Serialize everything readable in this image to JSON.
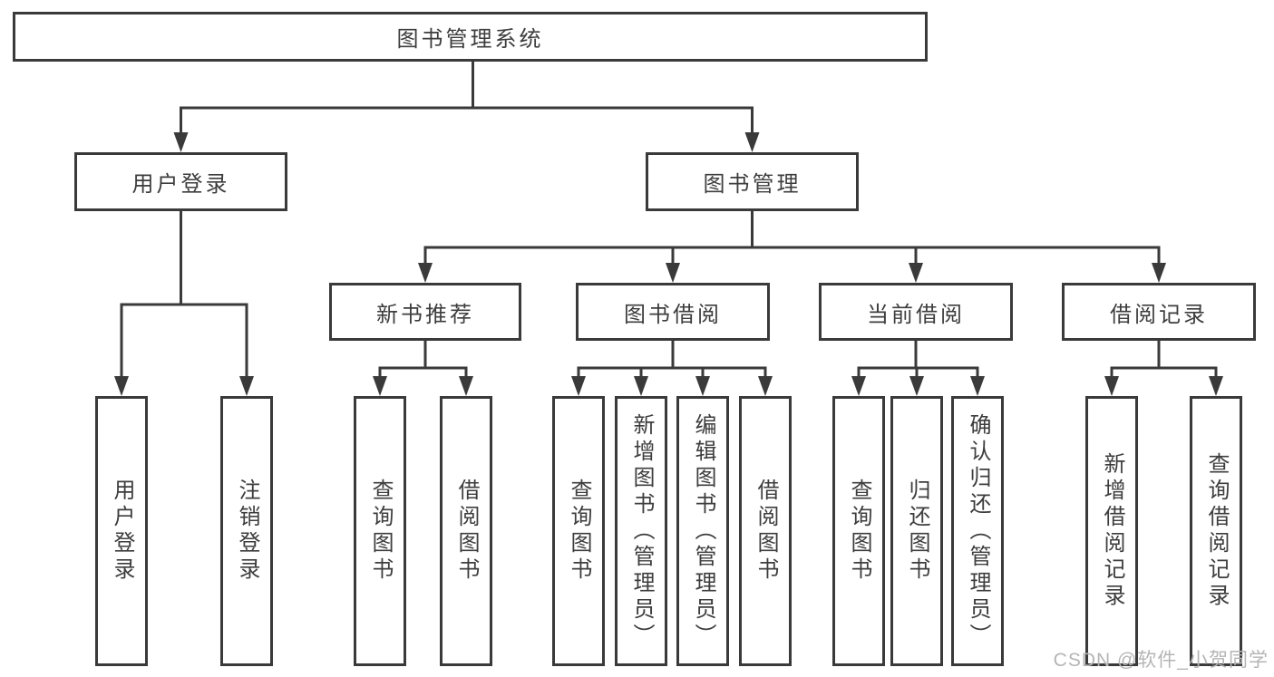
{
  "watermark": "CSDN @软件_小贺同学",
  "colors": {
    "line": "#3a3a3a",
    "text": "#3d3d3d",
    "background": "#ffffff",
    "watermark": "#b5b5b5"
  },
  "nodes": {
    "root": "图书管理系统",
    "login": "用户登录",
    "management": "图书管理",
    "recommend": "新书推荐",
    "borrow": "图书借阅",
    "current": "当前借阅",
    "records": "借阅记录"
  },
  "leaves": {
    "login": [
      "用户登录",
      "注销登录"
    ],
    "recommend": [
      "查询图书",
      "借阅图书"
    ],
    "borrow": [
      "查询图书",
      "新增图书（管理员）",
      "编辑图书（管理员）",
      "借阅图书"
    ],
    "current": [
      "查询图书",
      "归还图书",
      "确认归还（管理员）"
    ],
    "records": [
      "新增借阅记录",
      "查询借阅记录"
    ]
  }
}
